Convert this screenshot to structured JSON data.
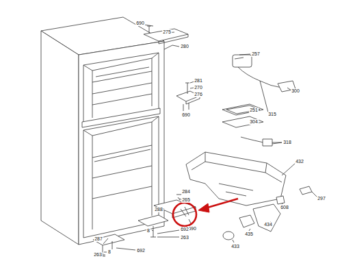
{
  "diagram": {
    "labels": [
      "690",
      "275",
      "280",
      "281",
      "270",
      "276",
      "690",
      "257",
      "300",
      "315",
      "251",
      "304",
      "318",
      "432",
      "284",
      "265",
      "288",
      "690",
      "8",
      "692",
      "263",
      "287",
      "692",
      "8",
      "263",
      "297",
      "608",
      "434",
      "435",
      "433"
    ]
  }
}
